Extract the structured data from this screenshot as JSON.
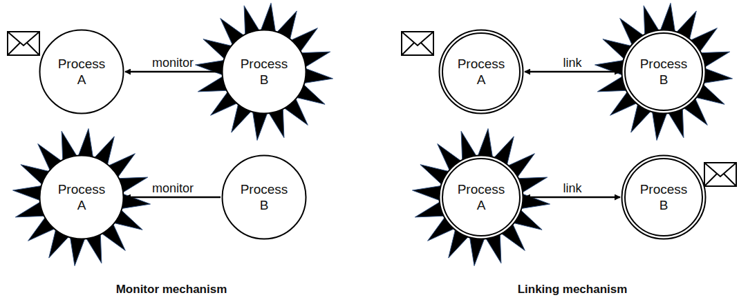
{
  "diagram": {
    "nodes": [
      {
        "text": [
          "Process A"
        ]
      },
      {
        "text": [
          "Process B"
        ]
      },
      {
        "text": [
          "Process A"
        ]
      },
      {
        "text": [
          "Process B"
        ]
      },
      {
        "text": [
          "Process A"
        ]
      },
      {
        "text": [
          "Process B"
        ]
      },
      {
        "text": [
          "Process A"
        ]
      },
      {
        "text": [
          "Process B"
        ]
      }
    ],
    "edges": [
      {
        "from": 1,
        "to": 0,
        "arrow": "to",
        "label": "monitor"
      },
      {
        "from": 2,
        "to": 3,
        "arrow": "both",
        "label": "link"
      },
      {
        "from": 5,
        "to": 4,
        "arrow": "to",
        "label": "monitor"
      },
      {
        "from": 6,
        "to": 7,
        "arrow": "both",
        "label": "link"
      }
    ],
    "labels": [
      "Monitor mechanism",
      "Linking mechanism"
    ]
  }
}
